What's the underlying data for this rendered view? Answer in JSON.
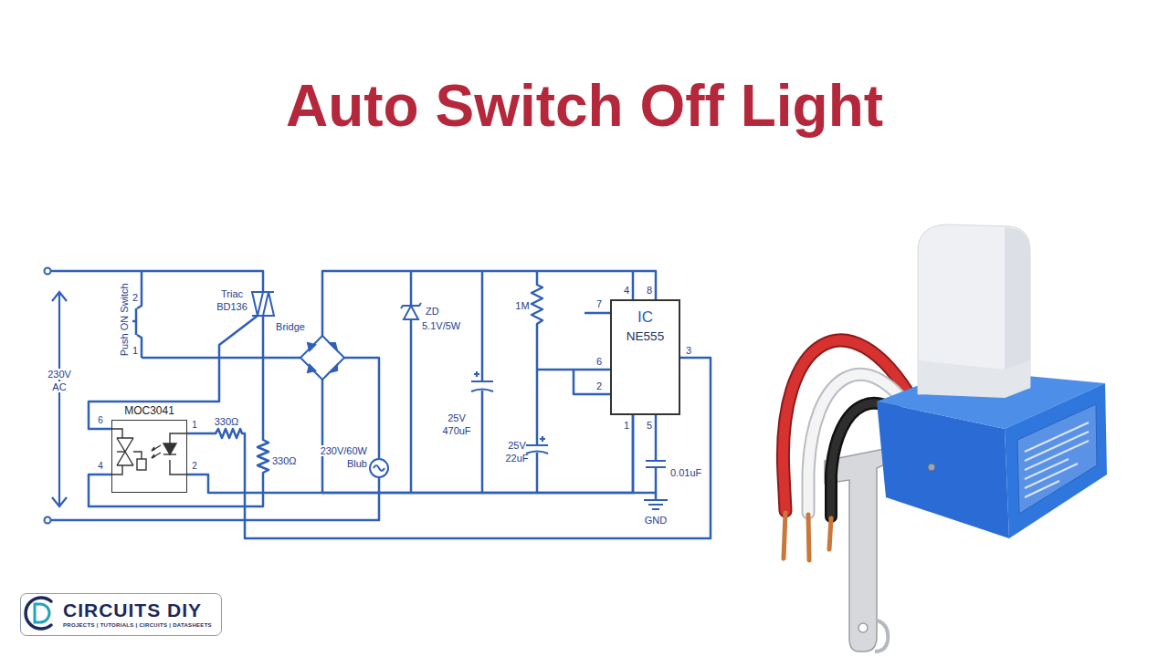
{
  "diagram": {
    "title": "Auto Switch Off Light",
    "nodes": [
      {
        "text": [
          "MOC3041"
        ]
      },
      {
        "text": [
          "IC",
          "NE555"
        ]
      },
      {
        "text": [
          "CIRCUITS DIY",
          "PROJECTS | TUTORIALS | CIRCUITS | DATASHEETS"
        ]
      }
    ],
    "edges": [
      {
        "from": 0,
        "to": 1,
        "arrow": "none"
      }
    ],
    "labels": [
      "230V",
      "AC",
      "Push ON Switch",
      "2",
      "1",
      "Triac",
      "BD136",
      "Bridge",
      "ZD",
      "5.1V/5W",
      "25V",
      "470uF",
      "1M",
      "25V",
      "22uF",
      "7",
      "4",
      "8",
      "6",
      "2",
      "3",
      "1",
      "5",
      "0.01uF",
      "GND",
      "330Ω",
      "330Ω",
      "230V/60W",
      "Blub",
      "6",
      "1",
      "4",
      "2"
    ]
  }
}
